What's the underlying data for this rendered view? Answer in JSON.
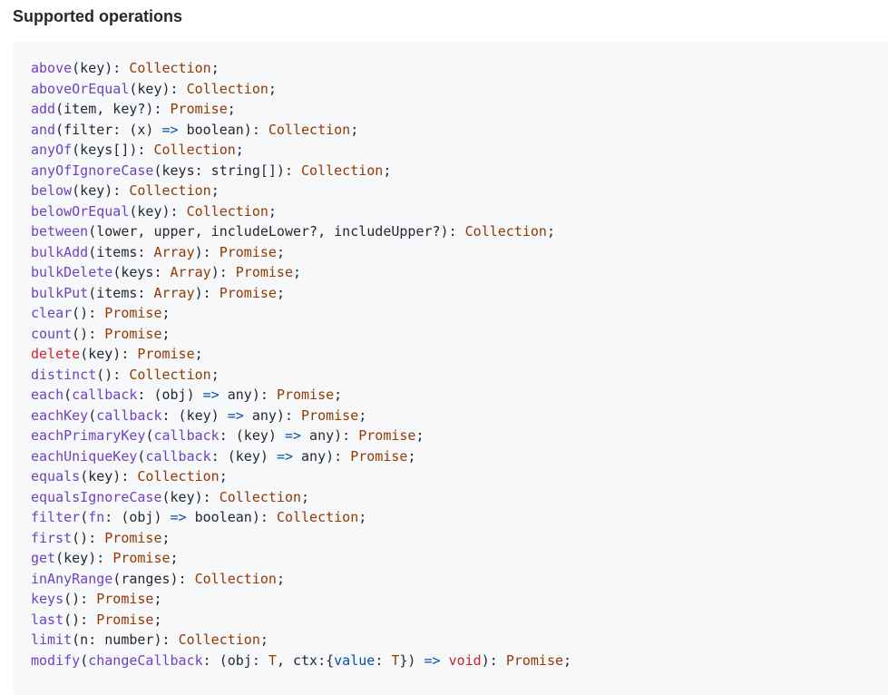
{
  "heading": "Supported operations",
  "colors": {
    "method": "#6f42c1",
    "type": "#953800",
    "delete": "#cf222e",
    "keyword": "#0550ae",
    "text": "#24292f",
    "code_background": "#f6f8fa"
  },
  "code_lines": [
    [
      [
        "fn",
        "above"
      ],
      [
        "p",
        "(key): "
      ],
      [
        "type",
        "Collection"
      ],
      [
        "p",
        ";"
      ]
    ],
    [
      [
        "fn",
        "aboveOrEqual"
      ],
      [
        "p",
        "(key): "
      ],
      [
        "type",
        "Collection"
      ],
      [
        "p",
        ";"
      ]
    ],
    [
      [
        "fn",
        "add"
      ],
      [
        "p",
        "(item, key?): "
      ],
      [
        "type",
        "Promise"
      ],
      [
        "p",
        ";"
      ]
    ],
    [
      [
        "fn",
        "and"
      ],
      [
        "p",
        "(filter: (x) "
      ],
      [
        "kw",
        "=>"
      ],
      [
        "p",
        " boolean): "
      ],
      [
        "type",
        "Collection"
      ],
      [
        "p",
        ";"
      ]
    ],
    [
      [
        "fn",
        "anyOf"
      ],
      [
        "p",
        "(keys[]): "
      ],
      [
        "type",
        "Collection"
      ],
      [
        "p",
        ";"
      ]
    ],
    [
      [
        "fn",
        "anyOfIgnoreCase"
      ],
      [
        "p",
        "(keys: string[]): "
      ],
      [
        "type",
        "Collection"
      ],
      [
        "p",
        ";"
      ]
    ],
    [
      [
        "fn",
        "below"
      ],
      [
        "p",
        "(key): "
      ],
      [
        "type",
        "Collection"
      ],
      [
        "p",
        ";"
      ]
    ],
    [
      [
        "fn",
        "belowOrEqual"
      ],
      [
        "p",
        "(key): "
      ],
      [
        "type",
        "Collection"
      ],
      [
        "p",
        ";"
      ]
    ],
    [
      [
        "fn",
        "between"
      ],
      [
        "p",
        "(lower, upper, includeLower?, includeUpper?): "
      ],
      [
        "type",
        "Collection"
      ],
      [
        "p",
        ";"
      ]
    ],
    [
      [
        "fn",
        "bulkAdd"
      ],
      [
        "p",
        "(items: "
      ],
      [
        "type",
        "Array"
      ],
      [
        "p",
        "): "
      ],
      [
        "type",
        "Promise"
      ],
      [
        "p",
        ";"
      ]
    ],
    [
      [
        "fn",
        "bulkDelete"
      ],
      [
        "p",
        "(keys: "
      ],
      [
        "type",
        "Array"
      ],
      [
        "p",
        "): "
      ],
      [
        "type",
        "Promise"
      ],
      [
        "p",
        ";"
      ]
    ],
    [
      [
        "fn",
        "bulkPut"
      ],
      [
        "p",
        "(items: "
      ],
      [
        "type",
        "Array"
      ],
      [
        "p",
        "): "
      ],
      [
        "type",
        "Promise"
      ],
      [
        "p",
        ";"
      ]
    ],
    [
      [
        "fn",
        "clear"
      ],
      [
        "p",
        "(): "
      ],
      [
        "type",
        "Promise"
      ],
      [
        "p",
        ";"
      ]
    ],
    [
      [
        "fn",
        "count"
      ],
      [
        "p",
        "(): "
      ],
      [
        "type",
        "Promise"
      ],
      [
        "p",
        ";"
      ]
    ],
    [
      [
        "del",
        "delete"
      ],
      [
        "p",
        "(key): "
      ],
      [
        "type",
        "Promise"
      ],
      [
        "p",
        ";"
      ]
    ],
    [
      [
        "fn",
        "distinct"
      ],
      [
        "p",
        "(): "
      ],
      [
        "type",
        "Collection"
      ],
      [
        "p",
        ";"
      ]
    ],
    [
      [
        "fn",
        "each"
      ],
      [
        "p",
        "("
      ],
      [
        "fn",
        "callback"
      ],
      [
        "p",
        ": (obj) "
      ],
      [
        "kw",
        "=>"
      ],
      [
        "p",
        " any): "
      ],
      [
        "type",
        "Promise"
      ],
      [
        "p",
        ";"
      ]
    ],
    [
      [
        "fn",
        "eachKey"
      ],
      [
        "p",
        "("
      ],
      [
        "fn",
        "callback"
      ],
      [
        "p",
        ": (key) "
      ],
      [
        "kw",
        "=>"
      ],
      [
        "p",
        " any): "
      ],
      [
        "type",
        "Promise"
      ],
      [
        "p",
        ";"
      ]
    ],
    [
      [
        "fn",
        "eachPrimaryKey"
      ],
      [
        "p",
        "("
      ],
      [
        "fn",
        "callback"
      ],
      [
        "p",
        ": (key) "
      ],
      [
        "kw",
        "=>"
      ],
      [
        "p",
        " any): "
      ],
      [
        "type",
        "Promise"
      ],
      [
        "p",
        ";"
      ]
    ],
    [
      [
        "fn",
        "eachUniqueKey"
      ],
      [
        "p",
        "("
      ],
      [
        "fn",
        "callback"
      ],
      [
        "p",
        ": (key) "
      ],
      [
        "kw",
        "=>"
      ],
      [
        "p",
        " any): "
      ],
      [
        "type",
        "Promise"
      ],
      [
        "p",
        ";"
      ]
    ],
    [
      [
        "fn",
        "equals"
      ],
      [
        "p",
        "(key): "
      ],
      [
        "type",
        "Collection"
      ],
      [
        "p",
        ";"
      ]
    ],
    [
      [
        "fn",
        "equalsIgnoreCase"
      ],
      [
        "p",
        "(key): "
      ],
      [
        "type",
        "Collection"
      ],
      [
        "p",
        ";"
      ]
    ],
    [
      [
        "fn",
        "filter"
      ],
      [
        "p",
        "("
      ],
      [
        "fn",
        "fn"
      ],
      [
        "p",
        ": (obj) "
      ],
      [
        "kw",
        "=>"
      ],
      [
        "p",
        " boolean): "
      ],
      [
        "type",
        "Collection"
      ],
      [
        "p",
        ";"
      ]
    ],
    [
      [
        "fn",
        "first"
      ],
      [
        "p",
        "(): "
      ],
      [
        "type",
        "Promise"
      ],
      [
        "p",
        ";"
      ]
    ],
    [
      [
        "fn",
        "get"
      ],
      [
        "p",
        "(key): "
      ],
      [
        "type",
        "Promise"
      ],
      [
        "p",
        ";"
      ]
    ],
    [
      [
        "fn",
        "inAnyRange"
      ],
      [
        "p",
        "(ranges): "
      ],
      [
        "type",
        "Collection"
      ],
      [
        "p",
        ";"
      ]
    ],
    [
      [
        "fn",
        "keys"
      ],
      [
        "p",
        "(): "
      ],
      [
        "type",
        "Promise"
      ],
      [
        "p",
        ";"
      ]
    ],
    [
      [
        "fn",
        "last"
      ],
      [
        "p",
        "(): "
      ],
      [
        "type",
        "Promise"
      ],
      [
        "p",
        ";"
      ]
    ],
    [
      [
        "fn",
        "limit"
      ],
      [
        "p",
        "(n: number): "
      ],
      [
        "type",
        "Collection"
      ],
      [
        "p",
        ";"
      ]
    ],
    [
      [
        "fn",
        "modify"
      ],
      [
        "p",
        "("
      ],
      [
        "fn",
        "changeCallback"
      ],
      [
        "p",
        ": (obj: "
      ],
      [
        "type",
        "T"
      ],
      [
        "p",
        ", ctx:{"
      ],
      [
        "kw",
        "value"
      ],
      [
        "p",
        ": "
      ],
      [
        "type",
        "T"
      ],
      [
        "p",
        "}) "
      ],
      [
        "kw",
        "=>"
      ],
      [
        "p",
        " "
      ],
      [
        "del",
        "void"
      ],
      [
        "p",
        "): "
      ],
      [
        "type",
        "Promise"
      ],
      [
        "p",
        ";"
      ]
    ]
  ]
}
